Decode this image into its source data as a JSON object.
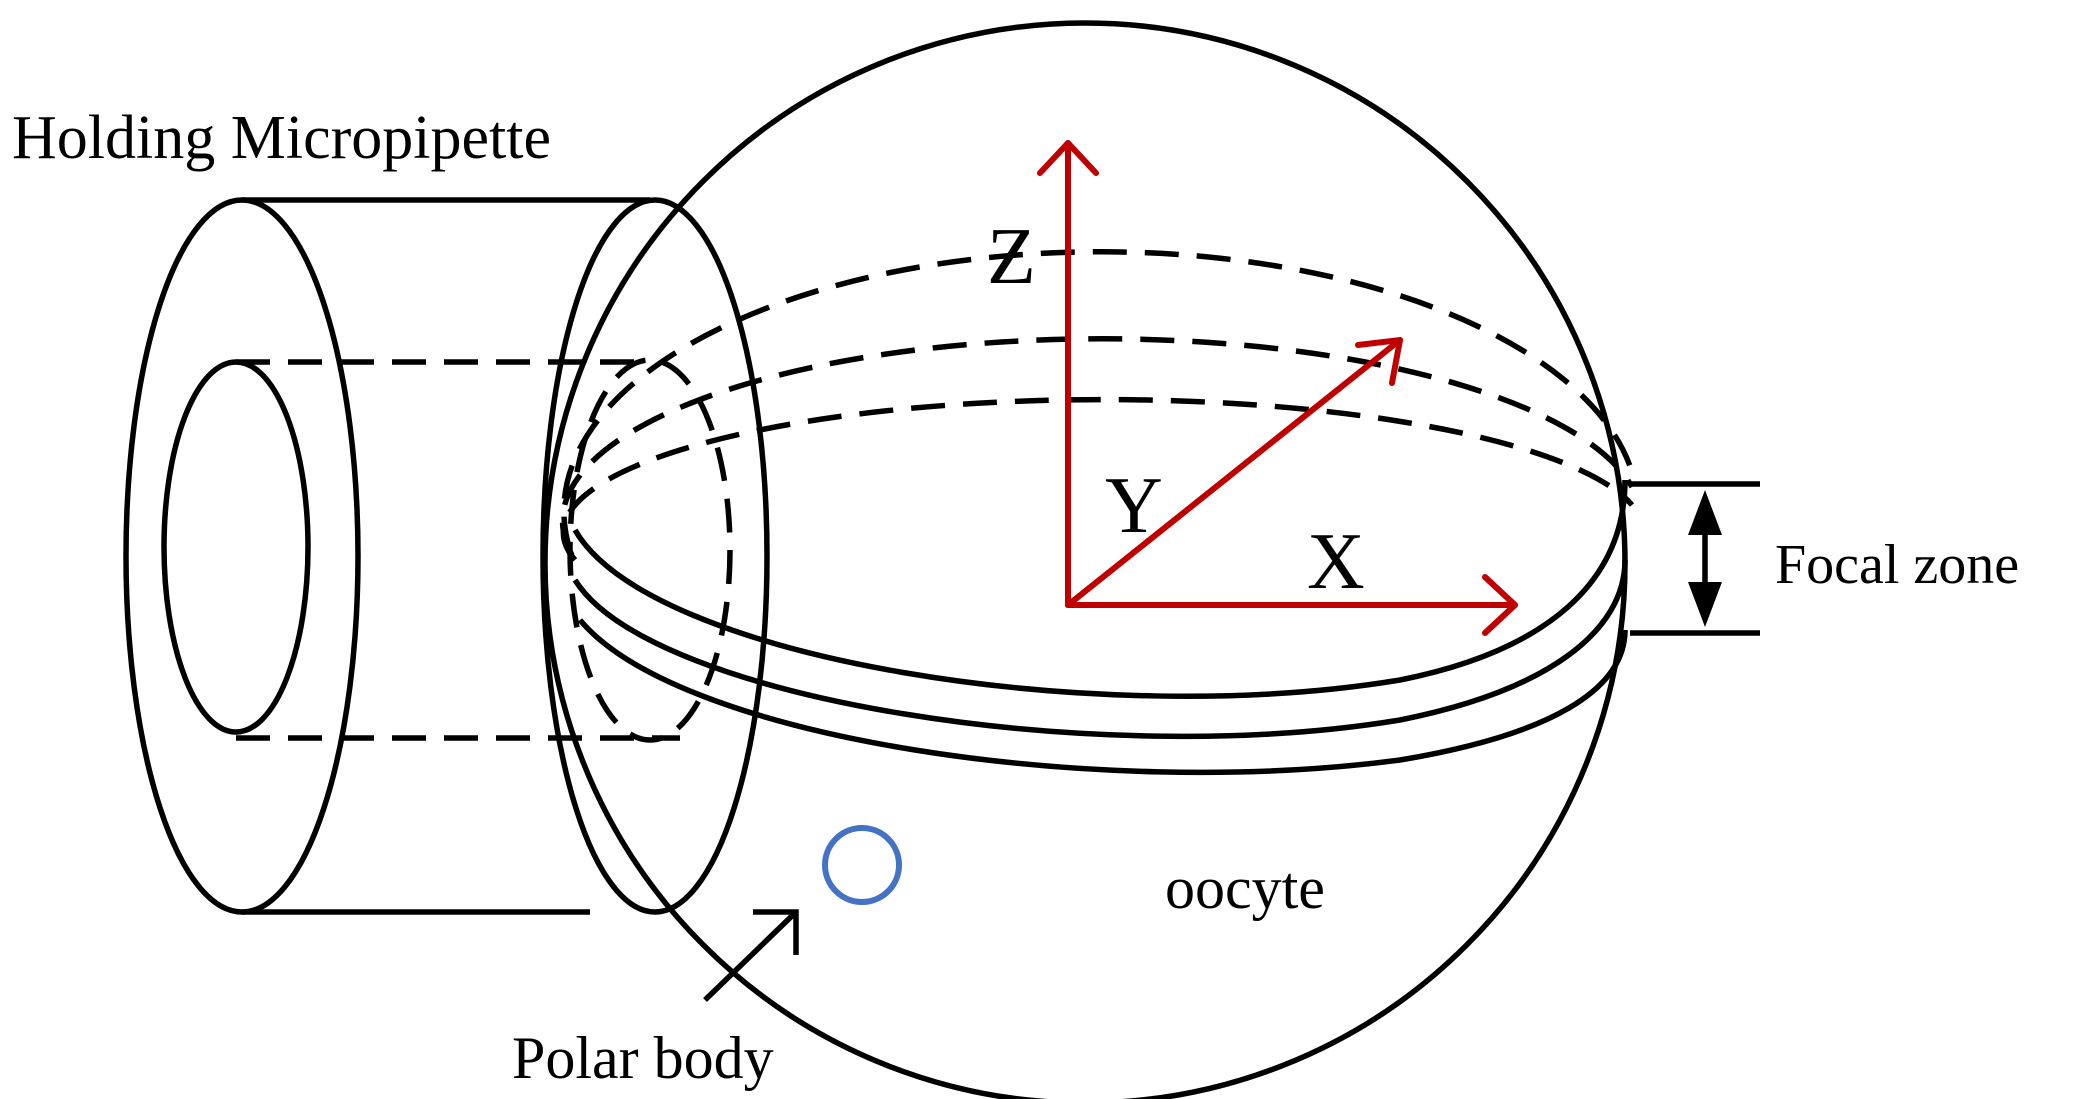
{
  "labels": {
    "holding": "Holding Micropipette",
    "focal": "Focal zone",
    "oocyte": "oocyte",
    "polar": "Polar body",
    "axis_x": "X",
    "axis_y": "Y",
    "axis_z": "Z"
  },
  "colors": {
    "stroke": "#000000",
    "axis": "#c00000",
    "polar_body": "#4472c4",
    "background": "#ffffff"
  }
}
